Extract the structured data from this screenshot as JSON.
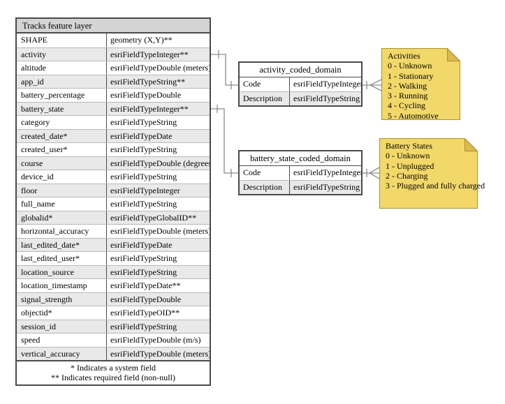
{
  "diagram": {
    "feature_table": {
      "title": "Tracks feature layer",
      "rows": [
        {
          "name": "SHAPE",
          "type": "geometry (X,Y)**"
        },
        {
          "name": "activity",
          "type": "esriFieldTypeInteger**"
        },
        {
          "name": "altitude",
          "type": "esriFieldTypeDouble (meters)"
        },
        {
          "name": "app_id",
          "type": "esriFieldTypeString**"
        },
        {
          "name": "battery_percentage",
          "type": "esriFieldTypeDouble"
        },
        {
          "name": "battery_state",
          "type": "esriFieldTypeInteger**"
        },
        {
          "name": "category",
          "type": "esriFieldTypeString"
        },
        {
          "name": "created_date*",
          "type": "esriFieldTypeDate"
        },
        {
          "name": "created_user*",
          "type": "esriFieldTypeString"
        },
        {
          "name": "course",
          "type": "esriFieldTypeDouble (degrees)"
        },
        {
          "name": "device_id",
          "type": "esriFieldTypeString"
        },
        {
          "name": "floor",
          "type": "esriFieldTypeInteger"
        },
        {
          "name": "full_name",
          "type": "esriFieldTypeString"
        },
        {
          "name": "globalid*",
          "type": "esriFieldTypeGlobalID**"
        },
        {
          "name": "horizontal_accuracy",
          "type": "esriFieldTypeDouble (meters)"
        },
        {
          "name": "last_edited_date*",
          "type": "esriFieldTypeDate"
        },
        {
          "name": "last_edited_user*",
          "type": "esriFieldTypeString"
        },
        {
          "name": "location_source",
          "type": "esriFieldTypeString"
        },
        {
          "name": "location_timestamp",
          "type": "esriFieldTypeDate**"
        },
        {
          "name": "signal_strength",
          "type": "esriFieldTypeDouble"
        },
        {
          "name": "objectid*",
          "type": "esriFieldTypeOID**"
        },
        {
          "name": "session_id",
          "type": "esriFieldTypeString"
        },
        {
          "name": "speed",
          "type": "esriFieldTypeDouble (m/s)"
        },
        {
          "name": "vertical_accuracy",
          "type": "esriFieldTypeDouble (meters)"
        }
      ],
      "footnotes": [
        "* Indicates a system field",
        "** Indicates required field (non-null)"
      ]
    },
    "domain_tables": [
      {
        "title": "activity_coded_domain",
        "rows": [
          {
            "name": "Code",
            "type": "esriFieldTypeInteger"
          },
          {
            "name": "Description",
            "type": "esriFieldTypeString"
          }
        ]
      },
      {
        "title": "battery_state_coded_domain",
        "rows": [
          {
            "name": "Code",
            "type": "esriFieldTypeInteger"
          },
          {
            "name": "Description",
            "type": "esriFieldTypeString"
          }
        ]
      }
    ],
    "notes": [
      {
        "title": "Activities",
        "items": [
          "0 - Unknown",
          "1 - Stationary",
          "2 - Walking",
          "3 - Running",
          "4 - Cycling",
          "5 - Automotive"
        ]
      },
      {
        "title": "Battery States",
        "items": [
          "0 - Unknown",
          "1 - Unplugged",
          "2 - Charging",
          "3 - Plugged and fully charged"
        ]
      }
    ],
    "colors": {
      "header_bg": "#d4d4d4",
      "row_alt_bg": "#e9e9e9",
      "table_border": "#4a4a4a",
      "connector": "#8c8c8c",
      "note_fill": "#f2d869",
      "note_fold": "#dcb94e",
      "note_border": "#a8922f"
    }
  }
}
